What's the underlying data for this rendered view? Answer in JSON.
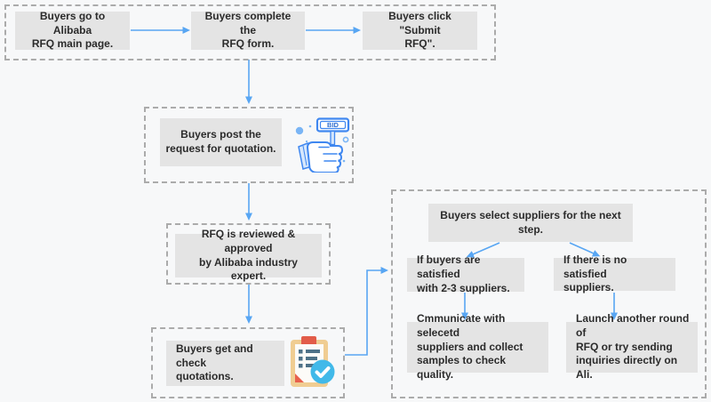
{
  "title": "Alibaba RFQ process flowchart",
  "colors": {
    "background": "#f7f8f9",
    "box_background": "#e4e4e4",
    "dashed_border": "#ababab",
    "arrow": "#58a6f3",
    "text": "#2b2b2b",
    "icon_blue_outline": "#3f87f0",
    "icon_blue_fill": "#d6e7fc",
    "icon_cyan": "#41b9e9",
    "icon_tan": "#f0cd92",
    "icon_red": "#e25c49",
    "icon_list": "#4e7187"
  },
  "nodes": {
    "step1": "Buyers go to Alibaba\nRFQ main page.",
    "step2": "Buyers complete the\nRFQ form.",
    "step3": "Buyers click \"Submit\nRFQ\".",
    "post": "Buyers post  the\nrequest for quotation.",
    "review": "RFQ is reviewed & approved\nby Alibaba industry expert.",
    "check": "Buyers get and check\nquotations.",
    "select": "Buyers select suppliers for the next step.",
    "branch_satisfied": "If buyers are satisfied\nwith 2-3 suppliers.",
    "branch_not_satisfied": "If there is no satisfied\nsuppliers.",
    "action_satisfied": "Cmmunicate with selecetd\nsuppliers and collect\nsamples to check quality.",
    "action_not_satisfied": "Launch another round of\nRFQ or try sending\ninquiries directly on Ali."
  },
  "icons": {
    "bid_sign_label": "BID",
    "bid_icon": "hand-holding-bid-sign",
    "clipboard_icon": "clipboard-checklist-with-checkmark"
  }
}
